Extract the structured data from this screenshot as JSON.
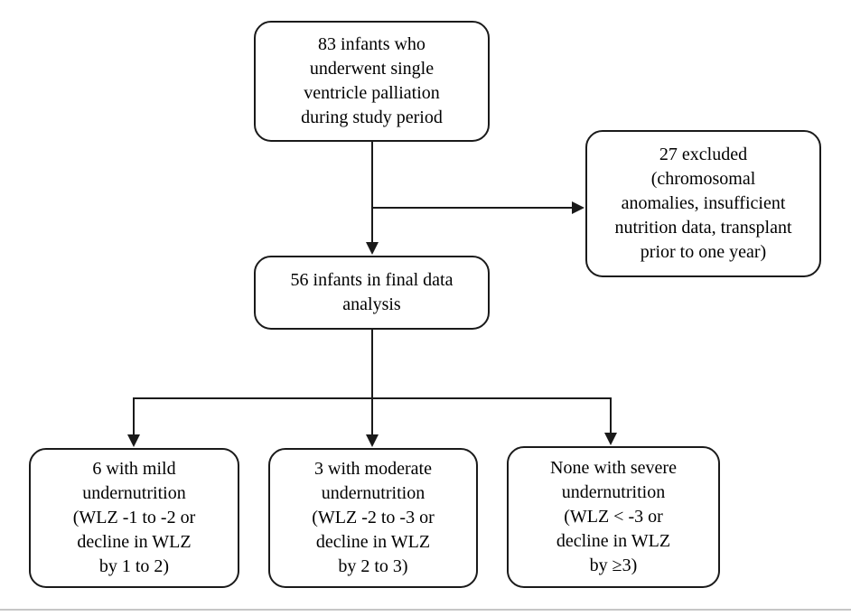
{
  "flowchart": {
    "type": "consort-style-flow-diagram",
    "colors": {
      "background": "#ffffff",
      "box_border": "#1a1a1a",
      "text": "#000000",
      "connector": "#1a1a1a",
      "bottom_rule": "#c6c6c6"
    },
    "nodes": {
      "initial": {
        "id": "initial",
        "lines": [
          "83 infants who",
          "underwent single",
          "ventricle palliation",
          "during study period"
        ]
      },
      "excluded": {
        "id": "excluded",
        "lines": [
          "27 excluded",
          "(chromosomal",
          "anomalies, insufficient",
          "nutrition data, transplant",
          "prior to one year)"
        ]
      },
      "final": {
        "id": "final",
        "lines": [
          "56 infants in final data",
          "analysis"
        ]
      },
      "mild": {
        "id": "mild",
        "lines": [
          "6 with mild",
          "undernutrition",
          "(WLZ -1 to -2 or",
          "decline in WLZ",
          "by 1 to 2)"
        ]
      },
      "moderate": {
        "id": "moderate",
        "lines": [
          "3 with moderate",
          "undernutrition",
          "(WLZ -2 to -3 or",
          "decline in WLZ",
          "by 2 to 3)"
        ]
      },
      "severe": {
        "id": "severe",
        "lines": [
          "None with severe",
          "undernutrition",
          "(WLZ < -3 or",
          "decline in WLZ",
          "by ≥3)"
        ]
      }
    },
    "edges": [
      {
        "from": "initial",
        "to": "final"
      },
      {
        "from": "initial",
        "to": "excluded"
      },
      {
        "from": "final",
        "to": "mild"
      },
      {
        "from": "final",
        "to": "moderate"
      },
      {
        "from": "final",
        "to": "severe"
      }
    ]
  }
}
